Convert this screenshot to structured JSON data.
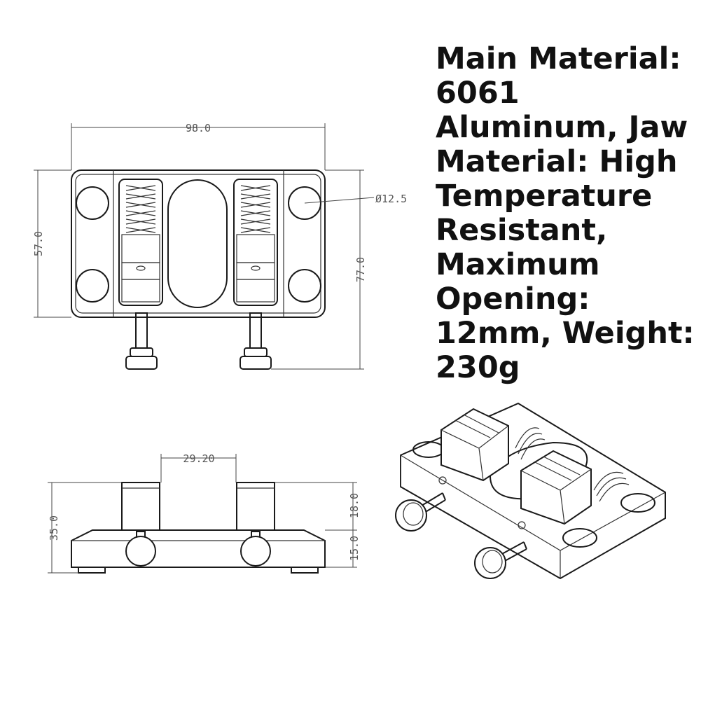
{
  "spec_text": {
    "lines": [
      "Main Material:",
      "6061",
      "Aluminum, Jaw",
      "Material: High",
      "Temperature",
      "Resistant,",
      "Maximum",
      "Opening:",
      "12mm, Weight:",
      "230g"
    ]
  },
  "dimensions": {
    "top_width": "98.0",
    "left_height": "57.0",
    "right_height": "77.0",
    "hole_diameter": "Ø12.5",
    "jaw_gap": "29.20",
    "total_height": "35.0",
    "jaw_height": "18.0",
    "base_height": "15.0"
  }
}
